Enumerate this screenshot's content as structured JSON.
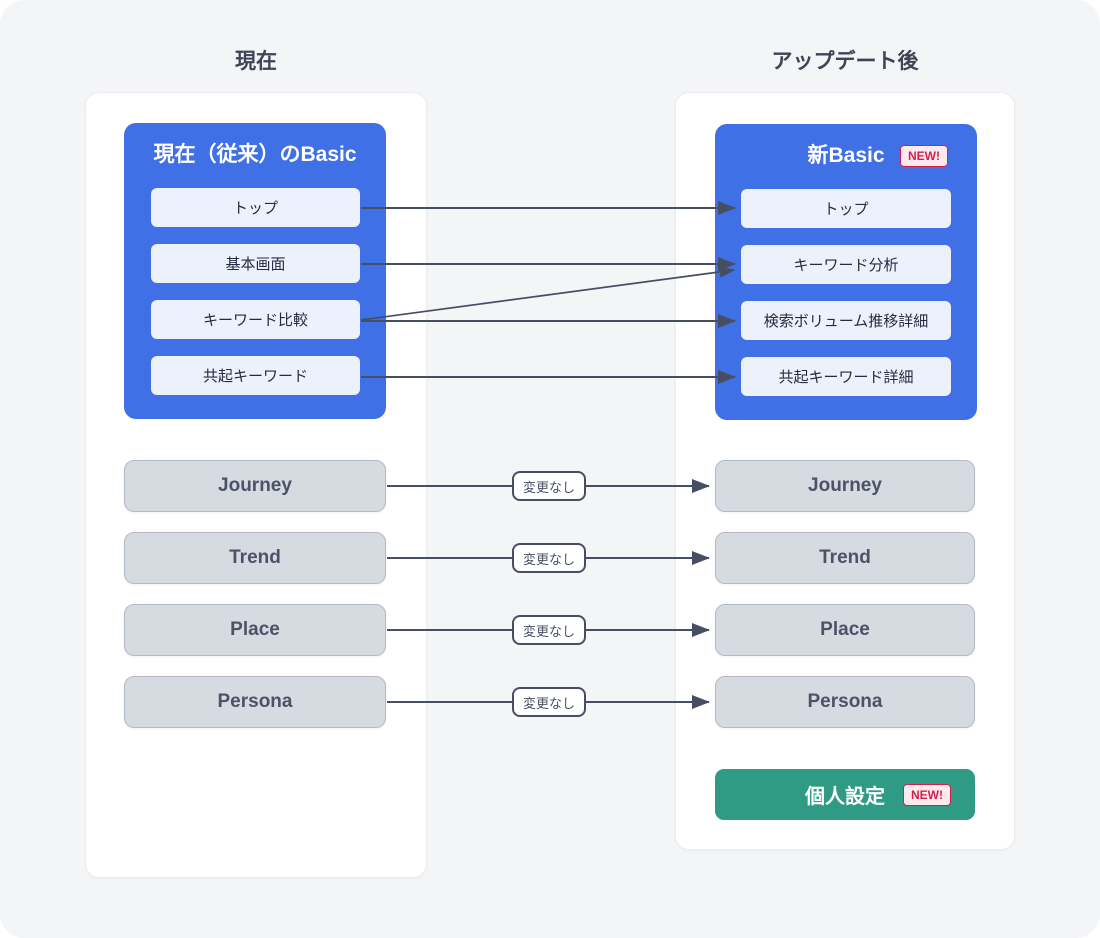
{
  "headers": {
    "left": "現在",
    "right": "アップデート後"
  },
  "left_panel": {
    "basic_title": "現在（従来）のBasic",
    "rows": [
      "トップ",
      "基本画面",
      "キーワード比較",
      "共起キーワード"
    ],
    "modules": [
      "Journey",
      "Trend",
      "Place",
      "Persona"
    ]
  },
  "right_panel": {
    "basic_title": "新Basic",
    "new_badge": "NEW!",
    "rows": [
      "トップ",
      "キーワード分析",
      "検索ボリューム推移詳細",
      "共起キーワード詳細"
    ],
    "modules": [
      "Journey",
      "Trend",
      "Place",
      "Persona"
    ],
    "personal_settings": "個人設定",
    "personal_settings_badge": "NEW!"
  },
  "connectors": {
    "no_change_label": "変更なし"
  },
  "colors": {
    "accent_blue": "#4070e6",
    "accent_green": "#2f9b85",
    "row_bg": "#edf1fc",
    "module_bg": "#d6dae1",
    "badge_bg": "#fdeaee",
    "badge_text": "#d41f4d",
    "arrow": "#474e63",
    "canvas_bg": "#f4f5f7"
  }
}
